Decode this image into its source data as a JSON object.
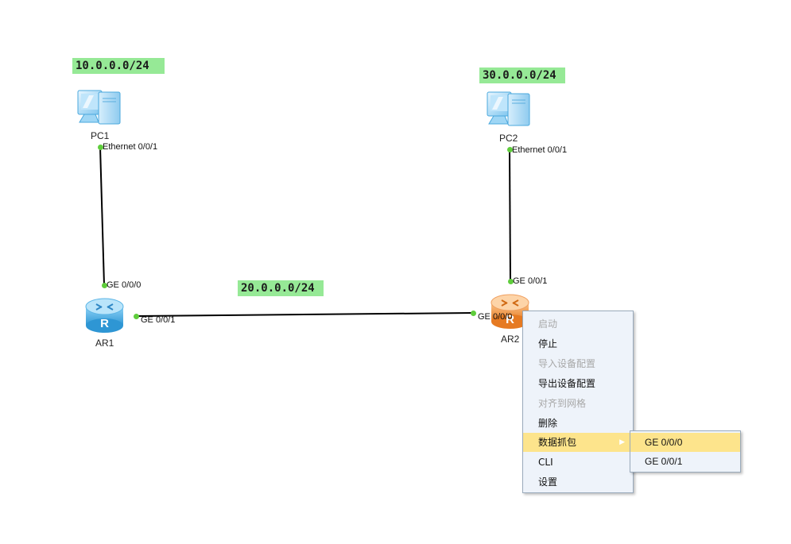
{
  "network_labels": {
    "net1": "10.0.0.0/24",
    "net2": "20.0.0.0/24",
    "net3": "30.0.0.0/24"
  },
  "devices": {
    "pc1": {
      "name": "PC1",
      "icon": "pc-icon"
    },
    "pc2": {
      "name": "PC2",
      "icon": "pc-icon"
    },
    "ar1": {
      "name": "AR1",
      "icon": "router-icon",
      "color": "#3ba9e0"
    },
    "ar2": {
      "name": "AR2",
      "icon": "router-icon",
      "color": "#f08c38"
    }
  },
  "ports": {
    "pc1_eth": "Ethernet 0/0/1",
    "pc2_eth": "Ethernet 0/0/1",
    "ar1_ge000": "GE 0/0/0",
    "ar1_ge001": "GE 0/0/1",
    "ar2_ge000": "GE 0/0/0",
    "ar2_ge001": "GE 0/0/1"
  },
  "context_menu": {
    "items": [
      {
        "label": "启动",
        "state": "disabled"
      },
      {
        "label": "停止",
        "state": "enabled"
      },
      {
        "label": "导入设备配置",
        "state": "disabled"
      },
      {
        "label": "导出设备配置",
        "state": "enabled"
      },
      {
        "label": "对齐到网格",
        "state": "disabled"
      },
      {
        "label": "删除",
        "state": "enabled"
      },
      {
        "label": "数据抓包",
        "state": "highlighted",
        "has_submenu": true
      },
      {
        "label": "CLI",
        "state": "enabled"
      },
      {
        "label": "设置",
        "state": "enabled"
      }
    ]
  },
  "submenu": {
    "items": [
      {
        "label": "GE 0/0/0",
        "state": "highlighted"
      },
      {
        "label": "GE 0/0/1",
        "state": "enabled"
      }
    ]
  },
  "colors": {
    "network_label_bg": "#96e996",
    "port_dot": "#5fcd3c",
    "menu_highlight": "#fde48c",
    "link_line": "#000000"
  }
}
